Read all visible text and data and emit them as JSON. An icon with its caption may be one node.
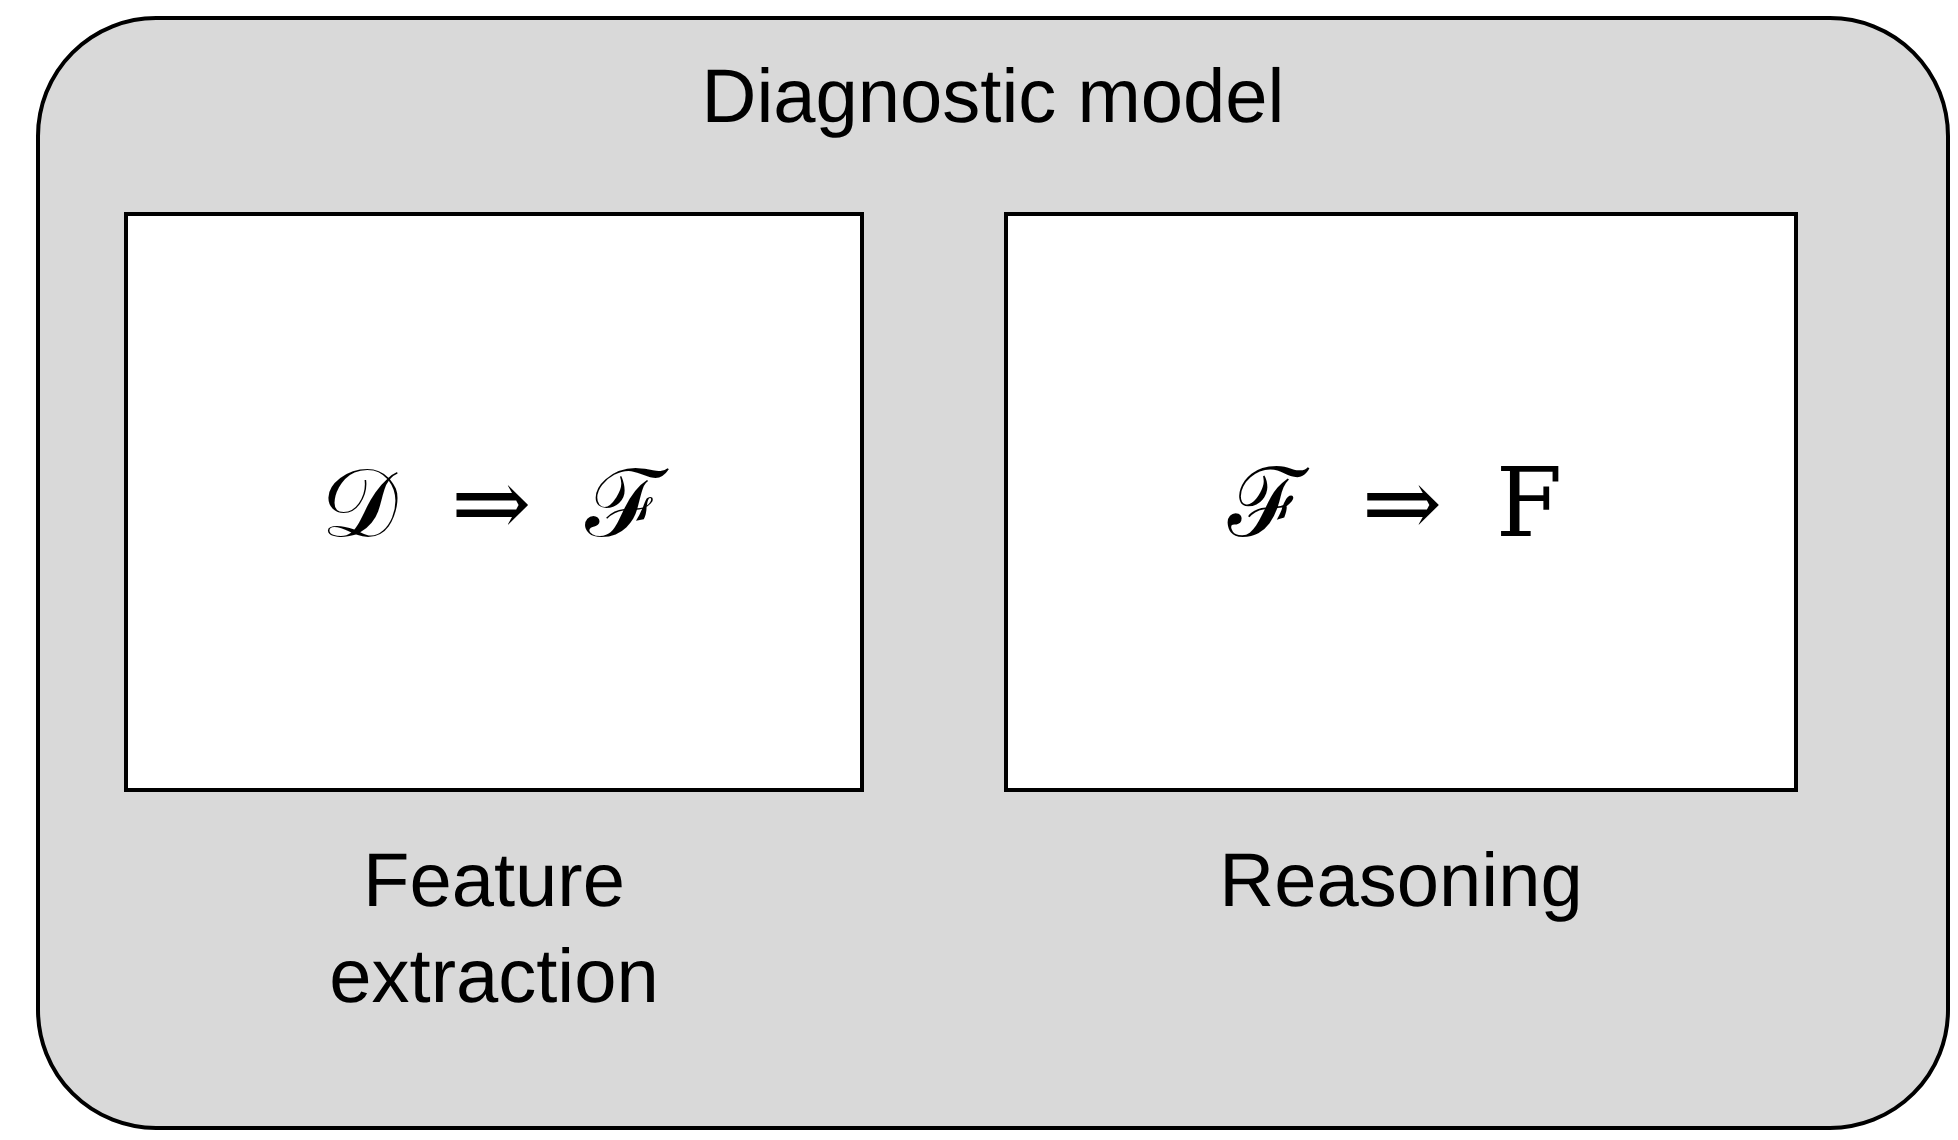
{
  "diagram": {
    "nodes": [
      {
        "text": [
          "Diagnostic model"
        ]
      },
      {
        "text": [
          "𝒟 ⇒ ℱ"
        ],
        "in": 0,
        "beside": [
          "Feature extraction"
        ]
      },
      {
        "text": [
          "ℱ ⇒ F"
        ],
        "in": 0,
        "beside": [
          "Reasoning"
        ]
      }
    ]
  }
}
